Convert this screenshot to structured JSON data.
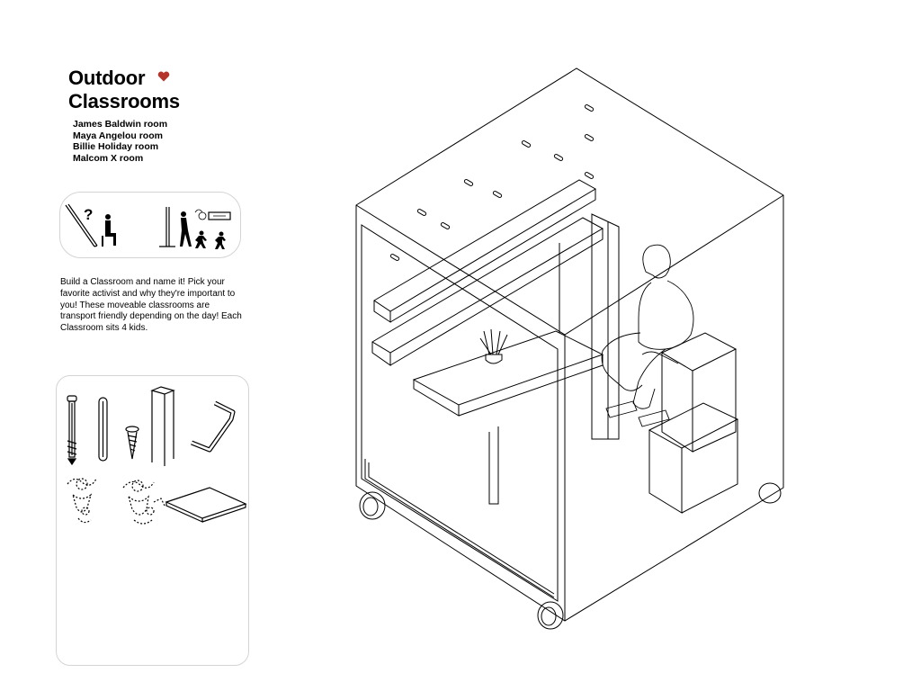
{
  "title": {
    "line1": "Outdoor",
    "line2": "Classrooms"
  },
  "rooms": [
    "James Baldwin room",
    "Maya Angelou room",
    "Billie Holiday room",
    "Malcom X room"
  ],
  "description": "Build a Classroom and name it! Pick your favorite activist and why they're important to you! These moveable classrooms are transport friendly depending on the day! Each Classroom sits 4 kids.",
  "story_panel": {
    "question_mark": "?"
  },
  "colors": {
    "heart": "#b5342c",
    "line": "#000000",
    "panel_border": "#d4d4d4"
  },
  "icons": {
    "heart": "heart-icon"
  }
}
